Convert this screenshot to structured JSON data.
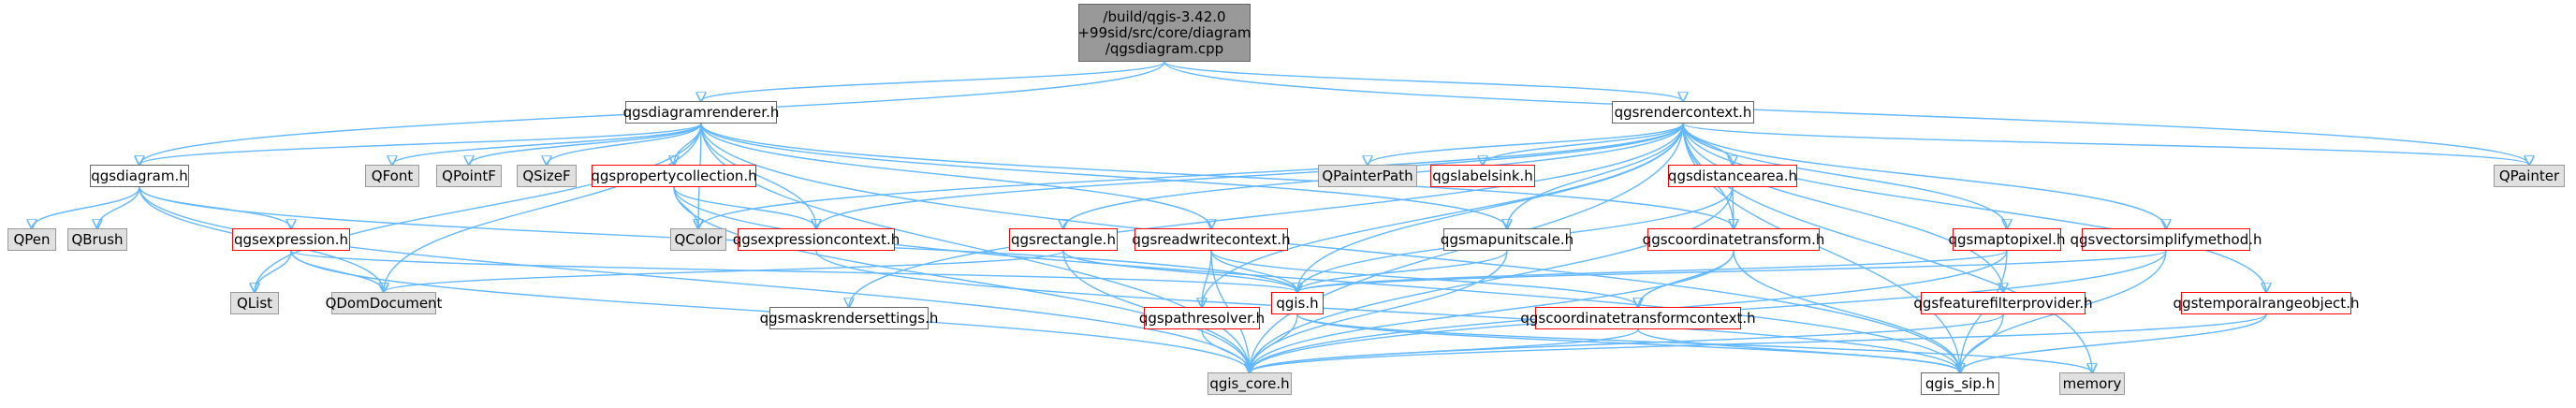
{
  "colors": {
    "edge": "#63b8ff",
    "root_fill": "#999999",
    "documented_border": "#666666",
    "undocumented_border": "#ff0000",
    "system_fill": "#e0e0e0"
  },
  "nodes": {
    "root": {
      "lines": [
        "/build/qgis-3.42.0",
        "+99sid/src/core/diagram",
        "/qgsdiagram.cpp"
      ],
      "kind": "root"
    },
    "qgsdiagramrenderer_h": {
      "label": "qgsdiagramrenderer.h",
      "kind": "file"
    },
    "qgsrendercontext_h": {
      "label": "qgsrendercontext.h",
      "kind": "file"
    },
    "qgsdiagram_h": {
      "label": "qgsdiagram.h",
      "kind": "file"
    },
    "QFont": {
      "label": "QFont",
      "kind": "sys"
    },
    "QPointF": {
      "label": "QPointF",
      "kind": "sys"
    },
    "QSizeF": {
      "label": "QSizeF",
      "kind": "sys"
    },
    "qgspropertycollection_h": {
      "label": "qgspropertycollection.h",
      "kind": "red"
    },
    "QPainterPath": {
      "label": "QPainterPath",
      "kind": "sys"
    },
    "qgslabelsink_h": {
      "label": "qgslabelsink.h",
      "kind": "red"
    },
    "qgsdistancearea_h": {
      "label": "qgsdistancearea.h",
      "kind": "red"
    },
    "QPainter": {
      "label": "QPainter",
      "kind": "sys"
    },
    "QPen": {
      "label": "QPen",
      "kind": "sys"
    },
    "QBrush": {
      "label": "QBrush",
      "kind": "sys"
    },
    "qgsexpression_h": {
      "label": "qgsexpression.h",
      "kind": "red"
    },
    "QColor": {
      "label": "QColor",
      "kind": "sys"
    },
    "qgsexpressioncontext_h": {
      "label": "qgsexpressioncontext.h",
      "kind": "red"
    },
    "qgsrectangle_h": {
      "label": "qgsrectangle.h",
      "kind": "red"
    },
    "qgsreadwritecontext_h": {
      "label": "qgsreadwritecontext.h",
      "kind": "red"
    },
    "qgsmapunitscale_h": {
      "label": "qgsmapunitscale.h",
      "kind": "file"
    },
    "qgscoordinatetransform_h": {
      "label": "qgscoordinatetransform.h",
      "kind": "red"
    },
    "qgsmaptopixel_h": {
      "label": "qgsmaptopixel.h",
      "kind": "red"
    },
    "qgsvectorsimplifymethod_h": {
      "label": "qgsvectorsimplifymethod.h",
      "kind": "red"
    },
    "QList": {
      "label": "QList",
      "kind": "sys"
    },
    "QDomDocument": {
      "label": "QDomDocument",
      "kind": "sys"
    },
    "qgis_h": {
      "label": "qgis.h",
      "kind": "red"
    },
    "qgsmaskrendersettings_h": {
      "label": "qgsmaskrendersettings.h",
      "kind": "file"
    },
    "qgspathresolver_h": {
      "label": "qgspathresolver.h",
      "kind": "red"
    },
    "qgscoordinatetransformcontext_h": {
      "label": "qgscoordinatetransformcontext.h",
      "kind": "red"
    },
    "qgsfeaturefilterprovider_h": {
      "label": "qgsfeaturefilterprovider.h",
      "kind": "red"
    },
    "qgstemporalrangeobject_h": {
      "label": "qgstemporalrangeobject.h",
      "kind": "red"
    },
    "qgis_core_h": {
      "label": "qgis_core.h",
      "kind": "sys"
    },
    "qgis_sip_h": {
      "label": "qgis_sip.h",
      "kind": "file"
    },
    "memory": {
      "label": "memory",
      "kind": "sys"
    }
  }
}
